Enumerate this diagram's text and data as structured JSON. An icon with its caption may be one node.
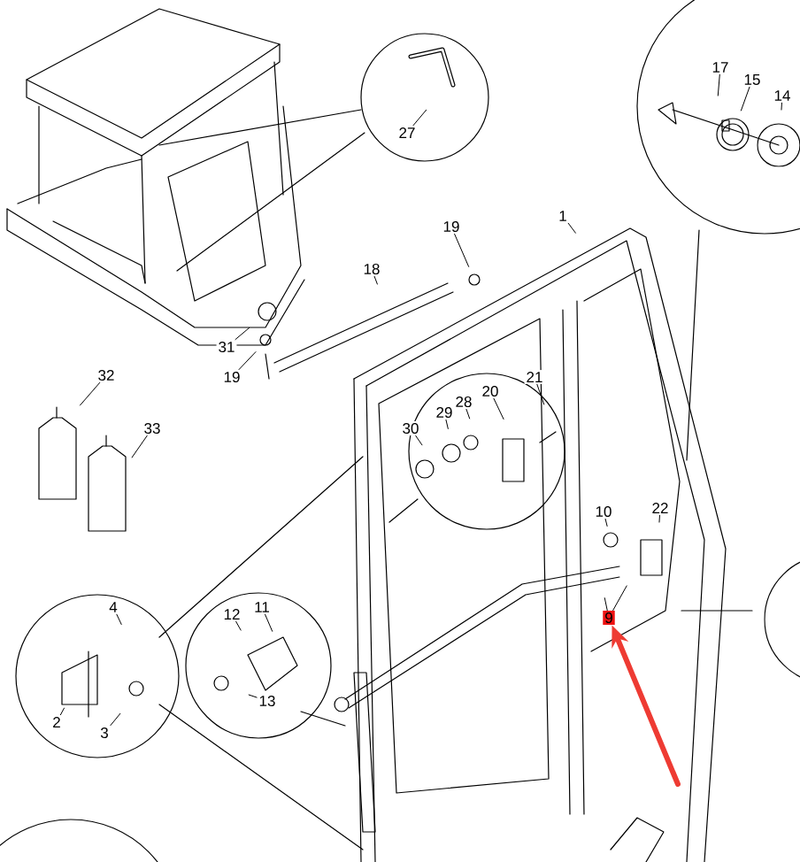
{
  "diagram": {
    "nodes": [
      {
        "text": [
          "17"
        ]
      },
      {
        "text": [
          "15"
        ]
      },
      {
        "text": [
          "14"
        ]
      },
      {
        "text": [
          "27"
        ]
      },
      {
        "text": [
          "1"
        ]
      },
      {
        "text": [
          "19"
        ]
      },
      {
        "text": [
          "18"
        ]
      },
      {
        "text": [
          "31"
        ]
      },
      {
        "text": [
          "19"
        ]
      },
      {
        "text": [
          "32"
        ]
      },
      {
        "text": [
          "21"
        ]
      },
      {
        "text": [
          "20"
        ]
      },
      {
        "text": [
          "28"
        ]
      },
      {
        "text": [
          "33"
        ]
      },
      {
        "text": [
          "29"
        ]
      },
      {
        "text": [
          "30"
        ]
      },
      {
        "text": [
          "10"
        ]
      },
      {
        "text": [
          "22"
        ]
      },
      {
        "text": [
          "4"
        ]
      },
      {
        "text": [
          "12"
        ]
      },
      {
        "text": [
          "11"
        ]
      },
      {
        "text": [
          "9"
        ]
      },
      {
        "text": [
          "13"
        ]
      },
      {
        "text": [
          "2"
        ]
      },
      {
        "text": [
          "3"
        ]
      }
    ],
    "edges": [
      {
        "from": 0,
        "to": null,
        "arrow": "none"
      },
      {
        "from": 1,
        "to": null,
        "arrow": "none"
      },
      {
        "from": 2,
        "to": null,
        "arrow": "none"
      },
      {
        "from": 3,
        "to": null,
        "arrow": "none"
      },
      {
        "from": 4,
        "to": null,
        "arrow": "none"
      },
      {
        "from": 5,
        "to": null,
        "arrow": "none"
      },
      {
        "from": 6,
        "to": null,
        "arrow": "none"
      },
      {
        "from": 7,
        "to": null,
        "arrow": "none"
      },
      {
        "from": 8,
        "to": null,
        "arrow": "none"
      },
      {
        "from": 9,
        "to": null,
        "arrow": "none"
      },
      {
        "from": 10,
        "to": null,
        "arrow": "none"
      },
      {
        "from": 11,
        "to": null,
        "arrow": "none"
      },
      {
        "from": 12,
        "to": null,
        "arrow": "none"
      },
      {
        "from": 13,
        "to": null,
        "arrow": "none"
      },
      {
        "from": 14,
        "to": null,
        "arrow": "none"
      },
      {
        "from": 15,
        "to": null,
        "arrow": "none"
      },
      {
        "from": 16,
        "to": null,
        "arrow": "none"
      },
      {
        "from": 17,
        "to": null,
        "arrow": "none"
      },
      {
        "from": 18,
        "to": null,
        "arrow": "none"
      },
      {
        "from": 19,
        "to": null,
        "arrow": "none"
      },
      {
        "from": 20,
        "to": null,
        "arrow": "none"
      },
      {
        "from": 21,
        "to": null,
        "arrow": "none"
      },
      {
        "from": 21,
        "to": null,
        "arrow": "none"
      },
      {
        "from": 22,
        "to": null,
        "arrow": "none"
      },
      {
        "from": 23,
        "to": null,
        "arrow": "none"
      },
      {
        "from": 24,
        "to": null,
        "arrow": "none"
      },
      {
        "from": null,
        "to": 21,
        "arrow": "to",
        "style": "thick",
        "color": "#ee3b33"
      }
    ]
  }
}
